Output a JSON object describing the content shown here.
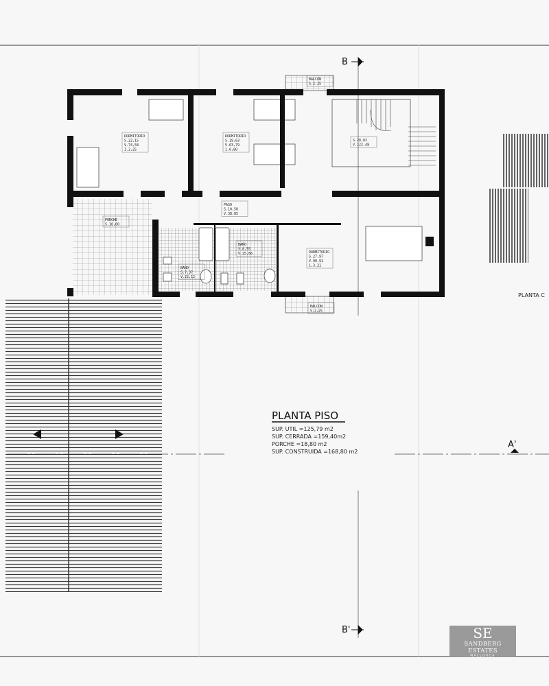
{
  "section_marks": {
    "top": "B",
    "bottom": "B'",
    "right": "A'"
  },
  "rooms": [
    {
      "name": "DORMITORIO",
      "lines": [
        "S.22,15",
        "V.74,58",
        "I.2,25"
      ]
    },
    {
      "name": "DORMITORIO",
      "lines": [
        "S.19,63",
        "V.63,79",
        "1.0,80"
      ]
    },
    {
      "name": "",
      "lines": [
        "S.28,82",
        "V.122,48"
      ]
    },
    {
      "name": "BALCON",
      "lines": [
        "S.2,25"
      ]
    },
    {
      "name": "PASO",
      "lines": [
        "S.10,50",
        "V.38,85"
      ]
    },
    {
      "name": "PORCHE",
      "lines": [
        "S.18,80"
      ]
    },
    {
      "name": "BAÑO",
      "lines": [
        "S.8,55",
        "V.25,66"
      ]
    },
    {
      "name": "BAÑO",
      "lines": [
        "S.7,37",
        "V.22,12"
      ]
    },
    {
      "name": "DORMITORIO",
      "lines": [
        "S.27,97",
        "V.90,91",
        "1,3,21"
      ]
    },
    {
      "name": "BALCON",
      "lines": [
        "S.2,25"
      ]
    }
  ],
  "plan": {
    "title": "PLANTA PISO",
    "summary": [
      "SUP.  UTIL =125,79 m2",
      "SUP.  CERRADA =159,40m2",
      "PORCHE =18,80 m2",
      "SUP.  CONSTRUIDA =168,80 m2"
    ]
  },
  "side_label": "PLANTA C",
  "watermark": {
    "logo": "SE",
    "name": "SANDBERG ESTATES",
    "sub": "MALLORCA"
  }
}
